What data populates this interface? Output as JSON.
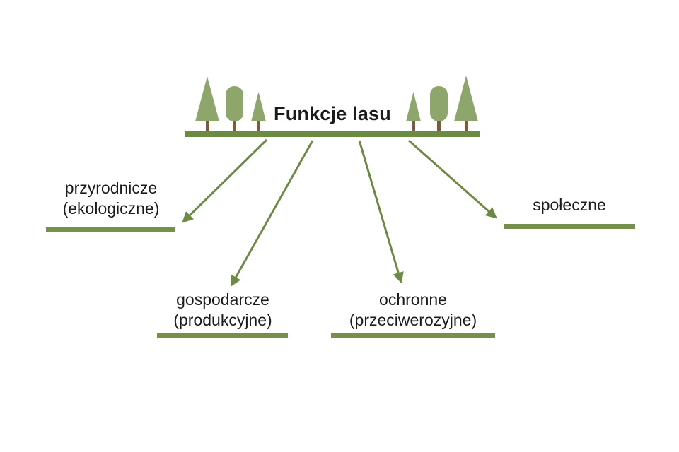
{
  "title": "Funkcje lasu",
  "colors": {
    "background": "#ffffff",
    "foliage": "#8ea56c",
    "ground": "#6d8a44",
    "trunk": "#7b5c36",
    "arrow": "#6d8a44",
    "underline": "#74904a",
    "text": "#1b1b1b"
  },
  "header_icons": {
    "left_group": [
      "large-conifer-tree",
      "deciduous-tree",
      "small-conifer-tree"
    ],
    "right_group": [
      "small-conifer-tree",
      "deciduous-tree",
      "large-conifer-tree"
    ]
  },
  "branches": [
    {
      "id": "przyrodnicze",
      "line1": "przyrodnicze",
      "line2": "(ekologiczne)"
    },
    {
      "id": "gospodarcze",
      "line1": "gospodarcze",
      "line2": "(produkcyjne)"
    },
    {
      "id": "ochronne",
      "line1": "ochronne",
      "line2": "(przeciwerozyjne)"
    },
    {
      "id": "spoleczne",
      "line1": "społeczne",
      "line2": ""
    }
  ]
}
